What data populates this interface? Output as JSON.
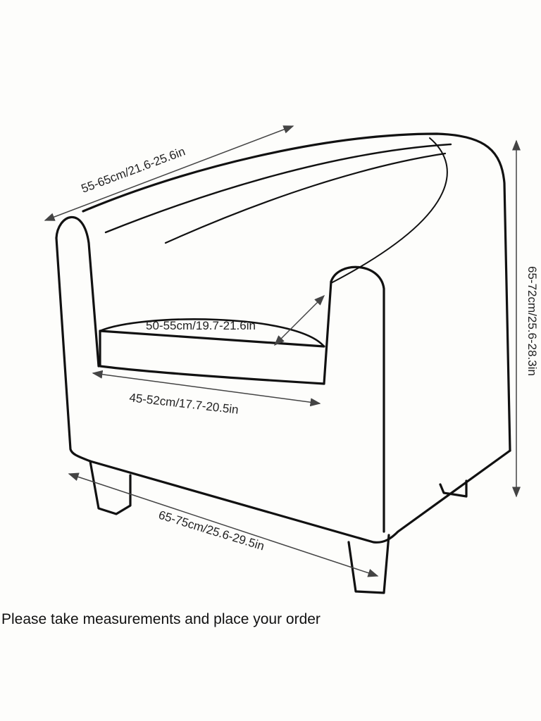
{
  "dimensions": {
    "back_width": "55-65cm/21.6-25.6in",
    "seat_depth": "50-55cm/19.7-21.6in",
    "seat_width": "45-52cm/17.7-20.5in",
    "total_width": "65-75cm/25.6-29.5in",
    "height": "65-72cm/25.6-28.3in"
  },
  "caption": "Please take measurements and place your order",
  "colors": {
    "line": "#111111",
    "arrow": "#444444",
    "background": "#fdfdfb"
  }
}
